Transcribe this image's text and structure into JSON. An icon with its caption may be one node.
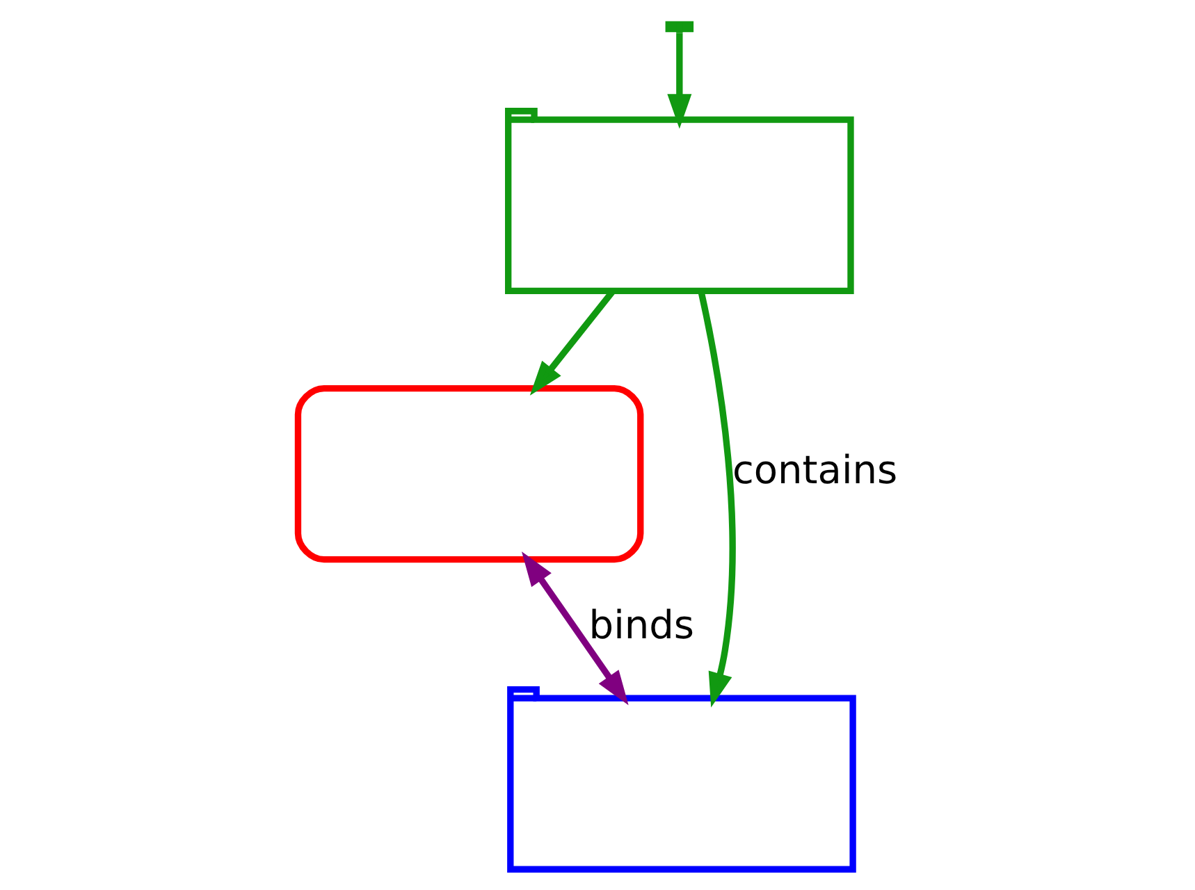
{
  "diagram": {
    "nodes": [
      {
        "text": [],
        "shape": "box"
      },
      {
        "text": [],
        "shape": "box"
      },
      {
        "text": [],
        "shape": "box"
      }
    ],
    "edges": [
      {
        "from": null,
        "to": 0,
        "arrow": "to"
      },
      {
        "from": 0,
        "to": 1,
        "arrow": "to"
      },
      {
        "from": 0,
        "to": 2,
        "arrow": "to",
        "label": "contains"
      },
      {
        "from": 1,
        "to": 2,
        "arrow": "both",
        "label": "binds",
        "color": "#800080"
      }
    ]
  }
}
